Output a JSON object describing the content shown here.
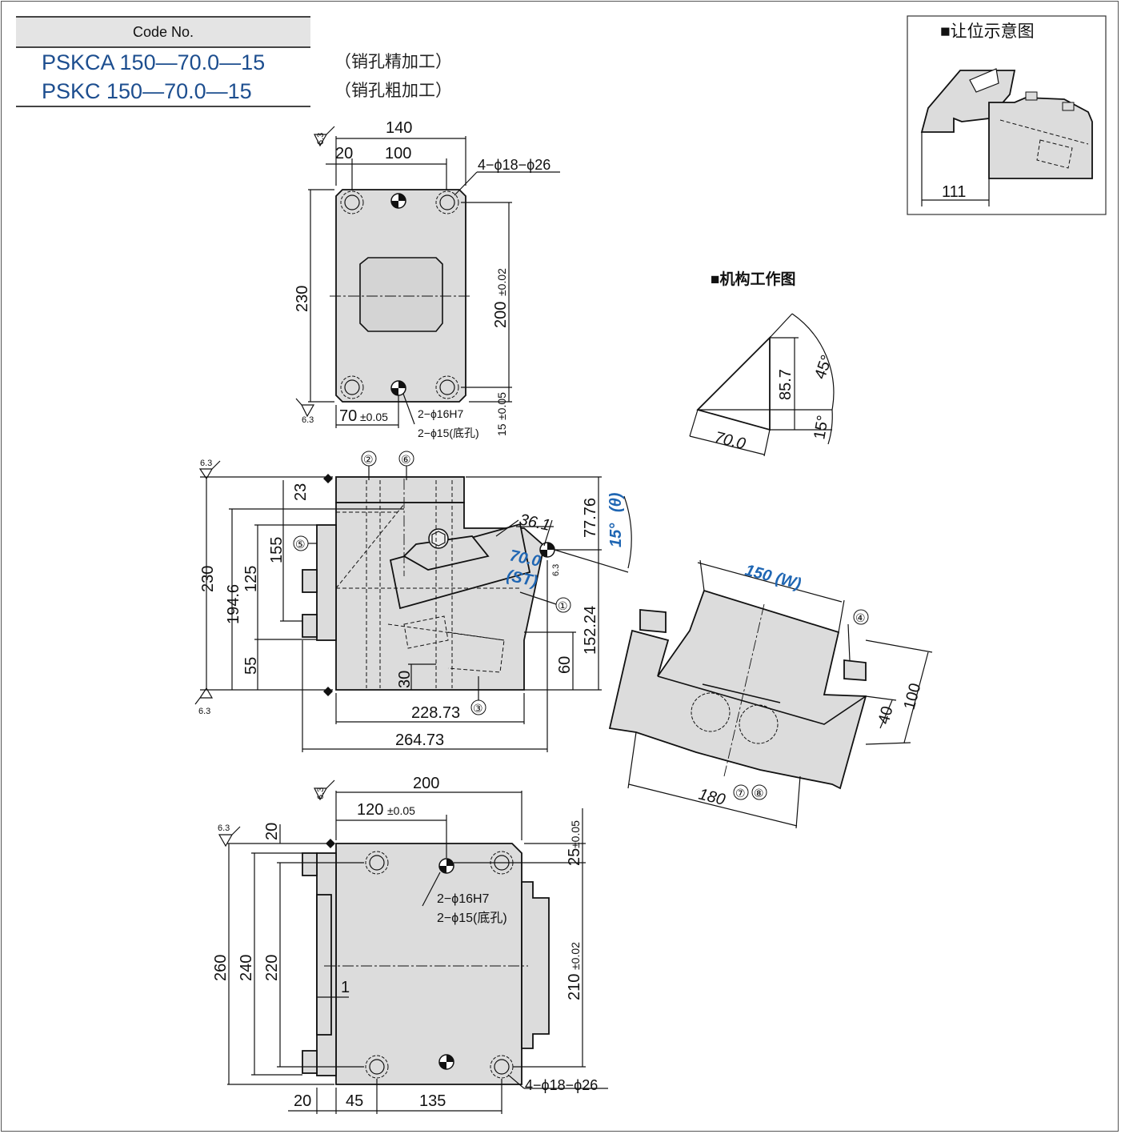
{
  "code_table": {
    "header": "Code No.",
    "rows": [
      {
        "part_no": "PSKCA 150—70.0—15",
        "note": "（销孔精加工）"
      },
      {
        "part_no": "PSKC 150—70.0—15",
        "note": "（销孔粗加工）"
      }
    ]
  },
  "titles": {
    "clearance": "■让位示意图",
    "mechanism": "■机构工作图"
  },
  "top_view": {
    "width": "140",
    "pitch_x": "100",
    "edge_x": "20",
    "height": "230",
    "pitch_y": "200",
    "pitch_y_tol": "±0.02",
    "edge_y": "15",
    "edge_y_tol": "±0.05",
    "pin_x": "70",
    "pin_x_tol": "±0.05",
    "holes_note": "4−ϕ18−ϕ26",
    "pin_note_1": "2−ϕ16H7",
    "pin_note_2": "2−ϕ15(底孔)",
    "roughness": "6.3"
  },
  "side_view": {
    "h230": "230",
    "h194": "194.6",
    "h155": "155",
    "h125": "125",
    "h55": "55",
    "h23": "23",
    "w228": "228.73",
    "w264": "264.73",
    "h77": "77.76",
    "h152": "152.24",
    "h60": "60",
    "h30": "30",
    "stroke": "70.0",
    "stroke_sym": "(ST)",
    "d36": "36.1",
    "angle": "15°",
    "angle_sym": "(θ)",
    "balloons": [
      "①",
      "②",
      "③",
      "⑤",
      "⑥"
    ],
    "roughness": "6.3"
  },
  "bottom_view": {
    "width": "200",
    "pin_x": "120",
    "pin_x_tol": "±0.05",
    "height": "260",
    "h240": "240",
    "h220": "220",
    "t20": "20",
    "gap": "1",
    "edge_y": "25",
    "edge_y_tol": "±0.05",
    "pitch_y": "210",
    "pitch_y_tol": "±0.02",
    "b20": "20",
    "b45": "45",
    "b135": "135",
    "pin_note_1": "2−ϕ16H7",
    "pin_note_2": "2−ϕ15(底孔)",
    "holes_note": "4−ϕ18−ϕ26",
    "roughness": "6.3"
  },
  "mechanism": {
    "height": "85.7",
    "base": "70.0",
    "angle1": "45°",
    "angle2": "15°"
  },
  "clearance": {
    "dim": "111"
  },
  "iso_view": {
    "width": "150",
    "width_sym": "(W)",
    "len": "180",
    "h100": "100",
    "h40": "40",
    "balloons": [
      "④",
      "⑦",
      "⑧"
    ]
  }
}
